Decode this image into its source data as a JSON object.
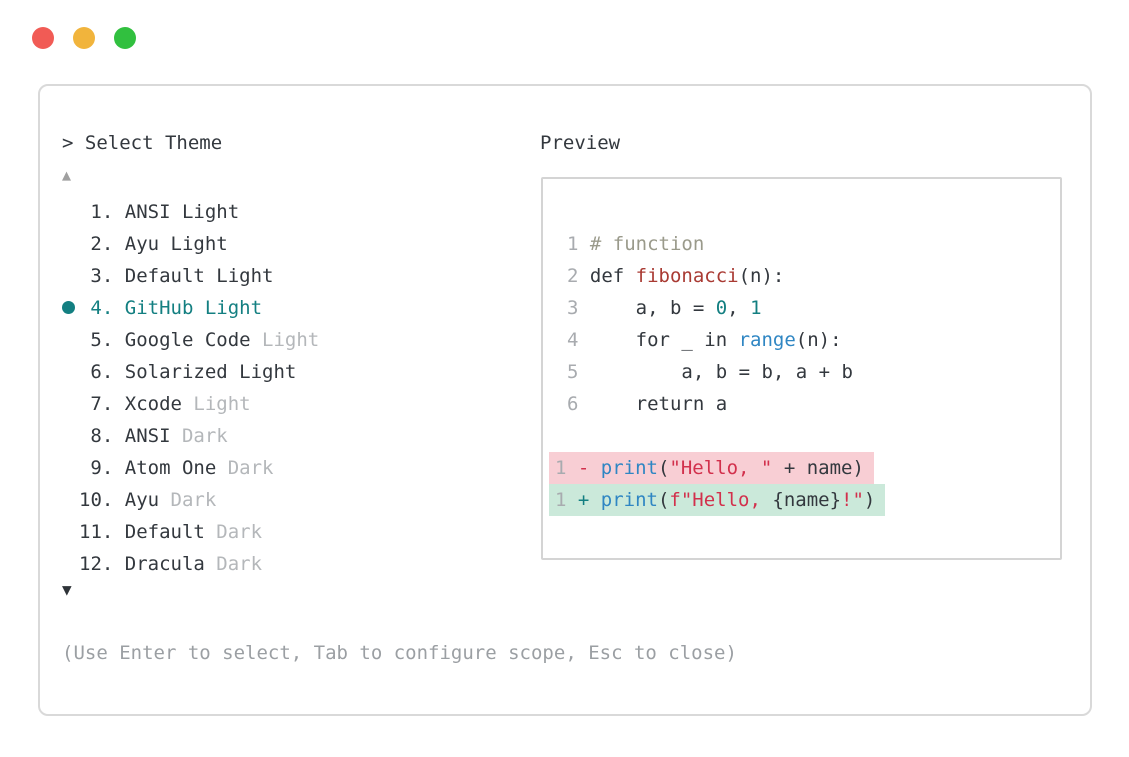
{
  "colors": {
    "accent_teal": "#137f81",
    "function_red": "#a93a33",
    "string_red": "#d2304c",
    "keyword_blue": "#2f86c3",
    "comment_gray": "#9a9a8b",
    "diff_removed_bg": "#f8ced4",
    "diff_added_bg": "#cbe9da",
    "traffic_red": "#f15b55",
    "traffic_yellow": "#f1b43c",
    "traffic_green": "#31c03f"
  },
  "header": {
    "prompt": "> Select Theme",
    "preview_label": "Preview"
  },
  "list": {
    "up_arrow": "▲",
    "down_arrow": "▼",
    "selected_index": 4,
    "items": [
      {
        "num": "1.",
        "name": "ANSI Light",
        "variant": ""
      },
      {
        "num": "2.",
        "name": "Ayu Light",
        "variant": ""
      },
      {
        "num": "3.",
        "name": "Default Light",
        "variant": ""
      },
      {
        "num": "4.",
        "name": "GitHub Light",
        "variant": ""
      },
      {
        "num": "5.",
        "name": "Google Code",
        "variant": "Light"
      },
      {
        "num": "6.",
        "name": "Solarized Light",
        "variant": ""
      },
      {
        "num": "7.",
        "name": "Xcode",
        "variant": "Light"
      },
      {
        "num": "8.",
        "name": "ANSI",
        "variant": "Dark"
      },
      {
        "num": "9.",
        "name": "Atom One",
        "variant": "Dark"
      },
      {
        "num": "10.",
        "name": "Ayu",
        "variant": "Dark"
      },
      {
        "num": "11.",
        "name": "Default",
        "variant": "Dark"
      },
      {
        "num": "12.",
        "name": "Dracula",
        "variant": "Dark"
      }
    ]
  },
  "preview": {
    "code_lines": [
      {
        "num": "1",
        "tokens": [
          {
            "t": "# function"
          }
        ]
      },
      {
        "num": "2",
        "tokens": [
          {
            "t": "def "
          },
          {
            "t": "fibonacci"
          },
          {
            "t": "(n):"
          }
        ]
      },
      {
        "num": "3",
        "tokens": [
          {
            "t": "    a, b = "
          },
          {
            "t": "0"
          },
          {
            "t": ", "
          },
          {
            "t": "1"
          }
        ]
      },
      {
        "num": "4",
        "tokens": [
          {
            "t": "    for _ in "
          },
          {
            "t": "range"
          },
          {
            "t": "(n):"
          }
        ]
      },
      {
        "num": "5",
        "tokens": [
          {
            "t": "        a, b = b, a + b"
          }
        ]
      },
      {
        "num": "6",
        "tokens": [
          {
            "t": "    return a"
          }
        ]
      }
    ],
    "diff_lines": [
      {
        "num": "1",
        "type": "removed",
        "tokens": [
          {
            "t": "- "
          },
          {
            "t": "print"
          },
          {
            "t": "("
          },
          {
            "t": "\"Hello, \""
          },
          {
            "t": " + name)"
          }
        ]
      },
      {
        "num": "1",
        "type": "added",
        "tokens": [
          {
            "t": "+ "
          },
          {
            "t": "print"
          },
          {
            "t": "("
          },
          {
            "t": "f\"Hello, "
          },
          {
            "t": "{name}"
          },
          {
            "t": "!\""
          },
          {
            "t": ")"
          }
        ]
      }
    ]
  },
  "footer": {
    "help": "(Use Enter to select, Tab to configure scope, Esc to close)"
  }
}
